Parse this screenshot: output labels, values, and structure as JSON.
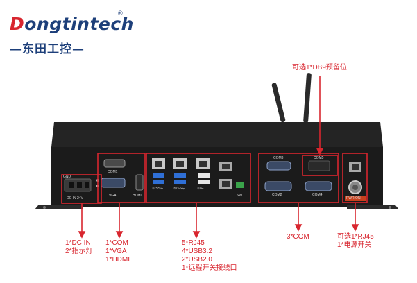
{
  "brand": {
    "name_first_letter": "D",
    "name_rest": "ongtintech",
    "registered_mark": "®",
    "chinese_line": "—东田工控—"
  },
  "panel_labels": {
    "dc_in_top": "GND",
    "dc_in": "DC IN 24V",
    "com1": "COM1",
    "vga": "VGA",
    "hdmi": "HDMI",
    "usb_a": "⛗/SS⇋",
    "usb_b": "⛗/SS⇋",
    "usb_c": "⛗/⇋",
    "sw": "SW",
    "com3": "COM3",
    "com5": "COM5",
    "com2": "COM2",
    "com4": "COM4",
    "pwr": "PWR ON"
  },
  "callouts": {
    "db9_option": "可选1*DB9预留位",
    "dc": [
      "1*DC IN",
      "2*指示灯"
    ],
    "display": [
      "1*COM",
      "1*VGA",
      "1*HDMI"
    ],
    "io": [
      "5*RJ45",
      "4*USB3.2",
      "2*USB2.0",
      "1*远程开关接线口"
    ],
    "com": "3*COM",
    "power": [
      "可选1*RJ45",
      "1*电源开关"
    ]
  },
  "colors": {
    "highlight": "#d8262f",
    "brand_blue": "#1d3f7a",
    "chassis": "#1b1b1b"
  }
}
